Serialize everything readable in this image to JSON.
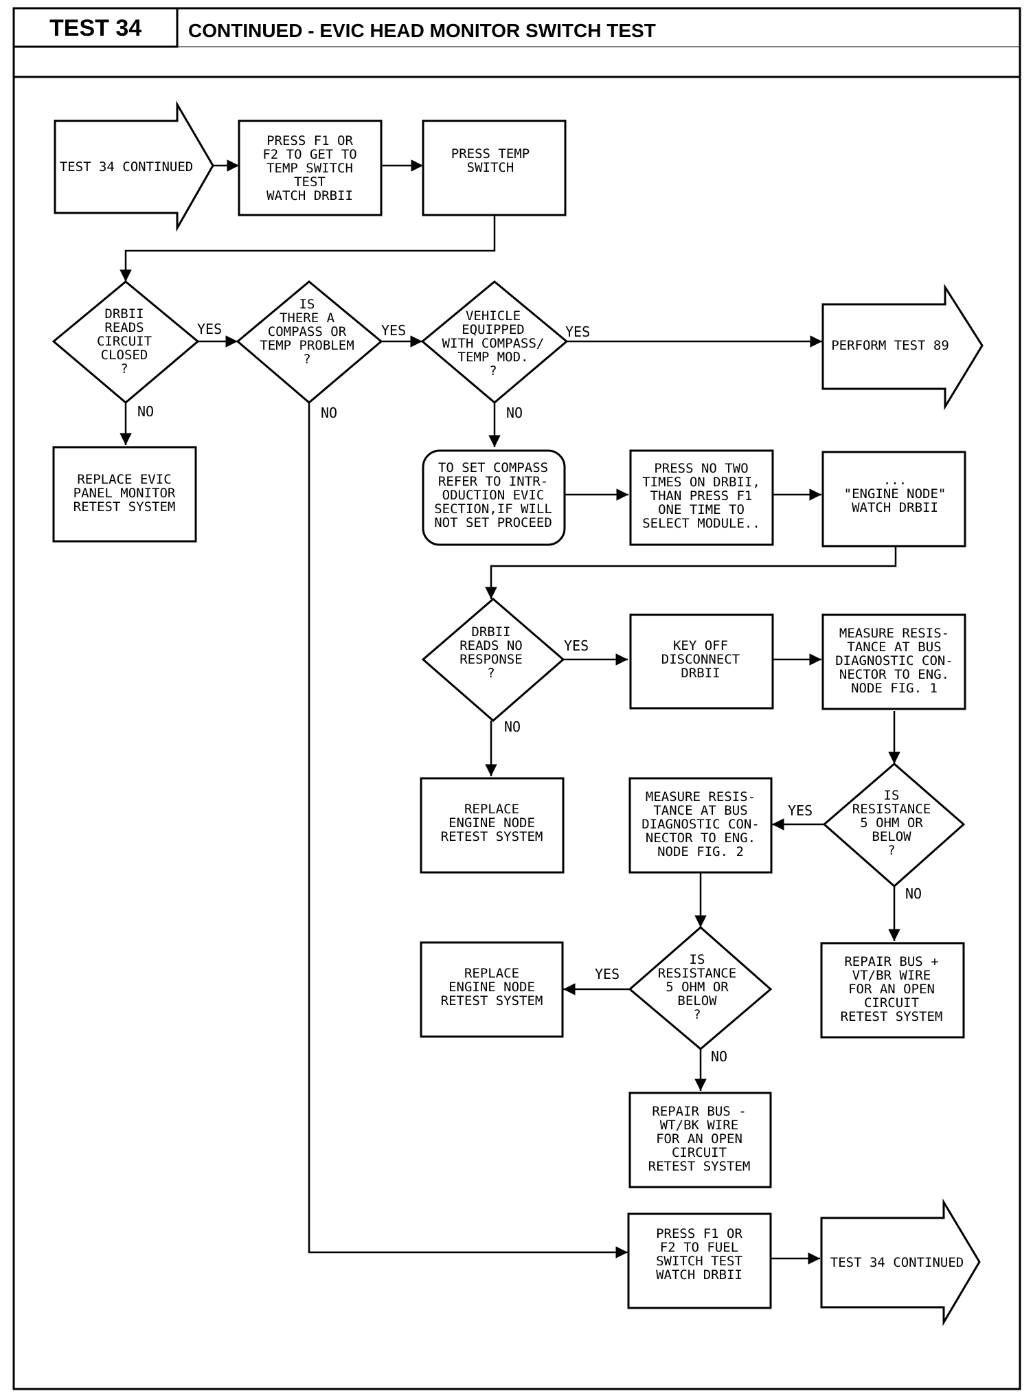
{
  "header": {
    "test_label": "TEST 34",
    "title": "CONTINUED - EVIC HEAD MONITOR SWITCH TEST"
  },
  "nodes": {
    "start": {
      "lines": [
        "TEST 34 CONTINUED"
      ]
    },
    "press_f1_temp": {
      "lines": [
        "PRESS F1 OR",
        "F2 TO GET TO",
        "TEMP SWITCH",
        "TEST",
        "WATCH DRBII"
      ]
    },
    "press_temp": {
      "lines": [
        "PRESS TEMP",
        "SWITCH"
      ]
    },
    "d_circuit_closed": {
      "lines": [
        "DRBII",
        "READS",
        "CIRCUIT",
        "CLOSED",
        "?"
      ]
    },
    "d_compass_problem": {
      "lines": [
        "IS",
        "THERE A",
        "COMPASS OR",
        "TEMP PROBLEM",
        "?"
      ]
    },
    "d_equipped": {
      "lines": [
        "VEHICLE",
        "EQUIPPED",
        "WITH COMPASS/",
        "TEMP MOD.",
        "?"
      ]
    },
    "perform89": {
      "lines": [
        "PERFORM TEST 89"
      ]
    },
    "replace_evic": {
      "lines": [
        "REPLACE EVIC",
        "PANEL MONITOR",
        "RETEST SYSTEM"
      ]
    },
    "set_compass": {
      "lines": [
        "TO SET COMPASS",
        "REFER TO INTR-",
        "ODUCTION EVIC",
        "SECTION,IF WILL",
        "NOT SET PROCEED"
      ]
    },
    "press_no": {
      "lines": [
        "PRESS NO TWO",
        "TIMES ON DRBII,",
        "THAN PRESS F1",
        "ONE TIME TO",
        "SELECT MODULE.."
      ]
    },
    "engine_node": {
      "lines": [
        "...",
        "\"ENGINE NODE\"",
        "WATCH DRBII"
      ]
    },
    "d_no_response": {
      "lines": [
        "DRBII",
        "READS NO",
        "RESPONSE",
        "?"
      ]
    },
    "key_off": {
      "lines": [
        "KEY OFF",
        "DISCONNECT",
        "DRBII"
      ]
    },
    "measure1": {
      "lines": [
        "MEASURE RESIS-",
        "TANCE AT BUS",
        "DIAGNOSTIC CON-",
        "NECTOR TO ENG.",
        "NODE FIG. 1"
      ]
    },
    "replace_engine1": {
      "lines": [
        "REPLACE",
        "ENGINE NODE",
        "RETEST SYSTEM"
      ]
    },
    "measure2": {
      "lines": [
        "MEASURE RESIS-",
        "TANCE AT BUS",
        "DIAGNOSTIC CON-",
        "NECTOR TO ENG.",
        "NODE FIG. 2"
      ]
    },
    "d_resist1": {
      "lines": [
        "IS",
        "RESISTANCE",
        "5 OHM OR",
        "BELOW",
        "?"
      ]
    },
    "repair_plus": {
      "lines": [
        "REPAIR BUS +",
        "VT/BR WIRE",
        "FOR AN OPEN",
        "CIRCUIT",
        "RETEST SYSTEM"
      ]
    },
    "replace_engine2": {
      "lines": [
        "REPLACE",
        "ENGINE NODE",
        "RETEST SYSTEM"
      ]
    },
    "d_resist2": {
      "lines": [
        "IS",
        "RESISTANCE",
        "5 OHM OR",
        "BELOW",
        "?"
      ]
    },
    "repair_minus": {
      "lines": [
        "REPAIR BUS -",
        "WT/BK WIRE",
        "FOR AN OPEN",
        "CIRCUIT",
        "RETEST SYSTEM"
      ]
    },
    "press_f1_fuel": {
      "lines": [
        "PRESS F1 OR",
        "F2 TO FUEL",
        "SWITCH TEST",
        "WATCH DRBII"
      ]
    },
    "end": {
      "lines": [
        "TEST 34 CONTINUED"
      ]
    }
  },
  "edges": {
    "yes": "YES",
    "no": "NO"
  }
}
